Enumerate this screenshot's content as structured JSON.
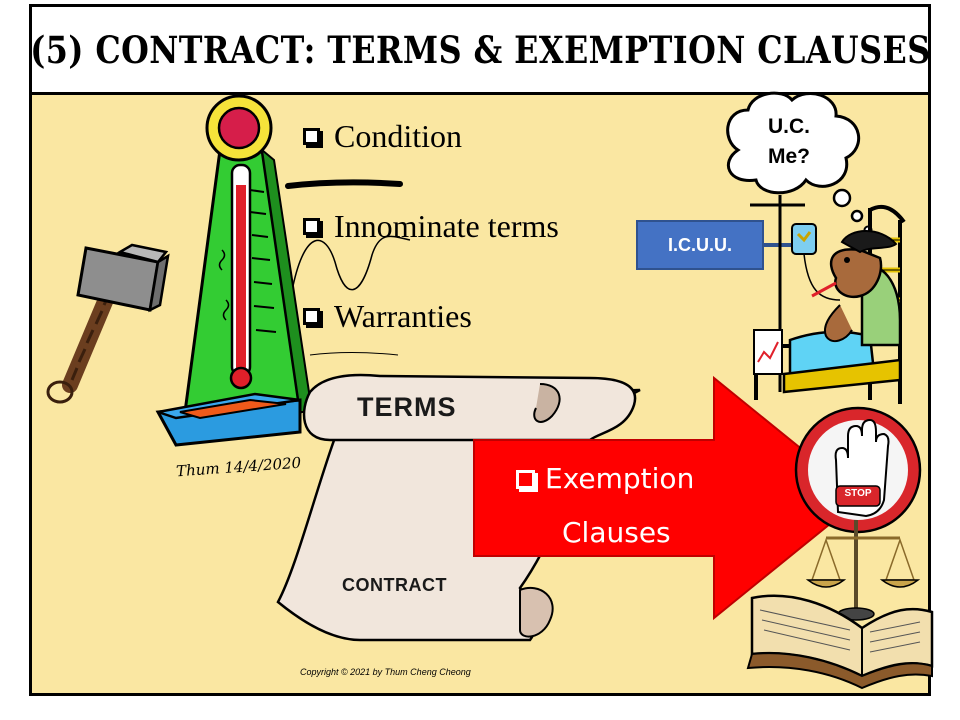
{
  "slide": {
    "title": "(5) CONTRACT: TERMS & EXEMPTION CLAUSES",
    "terms_list": [
      {
        "label": "Condition"
      },
      {
        "label": "Innominate terms"
      },
      {
        "label": "Warranties"
      }
    ],
    "icuu_label": "I.C.U.U.",
    "thought_bubble": {
      "line1": "U.C.",
      "line2": "Me?"
    },
    "scroll": {
      "top_label": "TERMS",
      "bottom_label": "CONTRACT"
    },
    "arrow": {
      "line1": "Exemption",
      "line2": "Clauses"
    },
    "stop_sign_text": "STOP",
    "signature": "Thum 14/4/2020",
    "copyright": "Copyright © 2021 by Thum Cheng Cheong"
  },
  "colors": {
    "background": "#fae7a2",
    "arrow_red": "#ff0000",
    "icuu_blue": "#4472c4",
    "meter_green": "#33cc33",
    "base_blue": "#2b9be0",
    "stop_red": "#d9262b"
  },
  "icons": [
    "hammer-icon",
    "strength-meter-icon",
    "scroll-icon",
    "patient-in-bed-icon",
    "stop-hand-icon",
    "scales-of-justice-icon",
    "open-book-icon"
  ]
}
